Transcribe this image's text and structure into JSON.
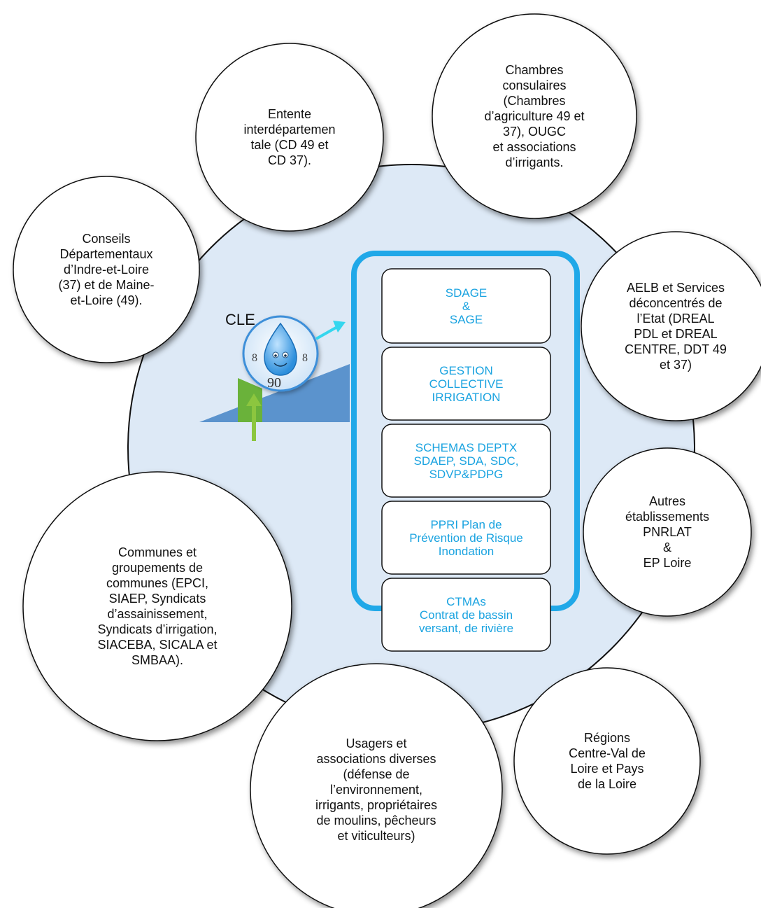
{
  "colors": {
    "big_circle_fill": "#dde9f6",
    "circle_stroke": "#111111",
    "outer_box_stroke": "#20a8e8",
    "box_text": "#1aa3e0",
    "slope_fill": "#5b93cd",
    "green": "#8cc63f",
    "arrow_cyan": "#35d6ee"
  },
  "center": {
    "label": "CLE",
    "logo_icon": "water-drop-mascot-icon"
  },
  "boxes": [
    {
      "lines": [
        "SDAGE",
        "&",
        "SAGE"
      ]
    },
    {
      "lines": [
        "GESTION",
        "COLLECTIVE",
        "IRRIGATION"
      ]
    },
    {
      "lines": [
        "SCHEMAS DEPTX",
        "SDAEP, SDA, SDC,",
        "SDVP&PDPG"
      ]
    },
    {
      "lines": [
        "PPRI Plan de",
        "Prévention de Risque",
        "Inondation"
      ]
    },
    {
      "lines": [
        "CTMAs",
        "Contrat de bassin",
        "versant, de rivière"
      ]
    }
  ],
  "circles": [
    {
      "lines": [
        "Entente",
        "interdépartemen",
        "tale (CD 49 et",
        "CD 37)."
      ]
    },
    {
      "lines": [
        "Chambres",
        "consulaires",
        "(Chambres",
        "d’agriculture 49 et",
        "37), OUGC",
        "et associations",
        "d’irrigants."
      ]
    },
    {
      "lines": [
        "Conseils",
        "Départementaux",
        "d’Indre-et-Loire",
        "(37) et de Maine-",
        "et-Loire (49)."
      ]
    },
    {
      "lines": [
        "AELB et Services",
        "déconcentrés de",
        "l’Etat (DREAL",
        "PDL et DREAL",
        "CENTRE, DDT 49",
        "et 37)"
      ]
    },
    {
      "lines": [
        "Autres",
        "établissements",
        "PNRLAT",
        "&",
        "EP Loire"
      ]
    },
    {
      "lines": [
        "Communes et",
        "groupements de",
        "communes (EPCI,",
        "SIAEP, Syndicats",
        "d’assainissement,",
        "Syndicats d’irrigation,",
        "SIACEBA, SICALA et",
        "SMBAA)."
      ]
    },
    {
      "lines": [
        "Usagers et",
        "associations diverses",
        "(défense de",
        "l’environnement,",
        "irrigants, propriétaires",
        "de moulins, pêcheurs",
        "et viticulteurs)"
      ]
    },
    {
      "lines": [
        "Régions",
        "Centre-Val de",
        "Loire et Pays",
        "de la Loire"
      ]
    }
  ]
}
